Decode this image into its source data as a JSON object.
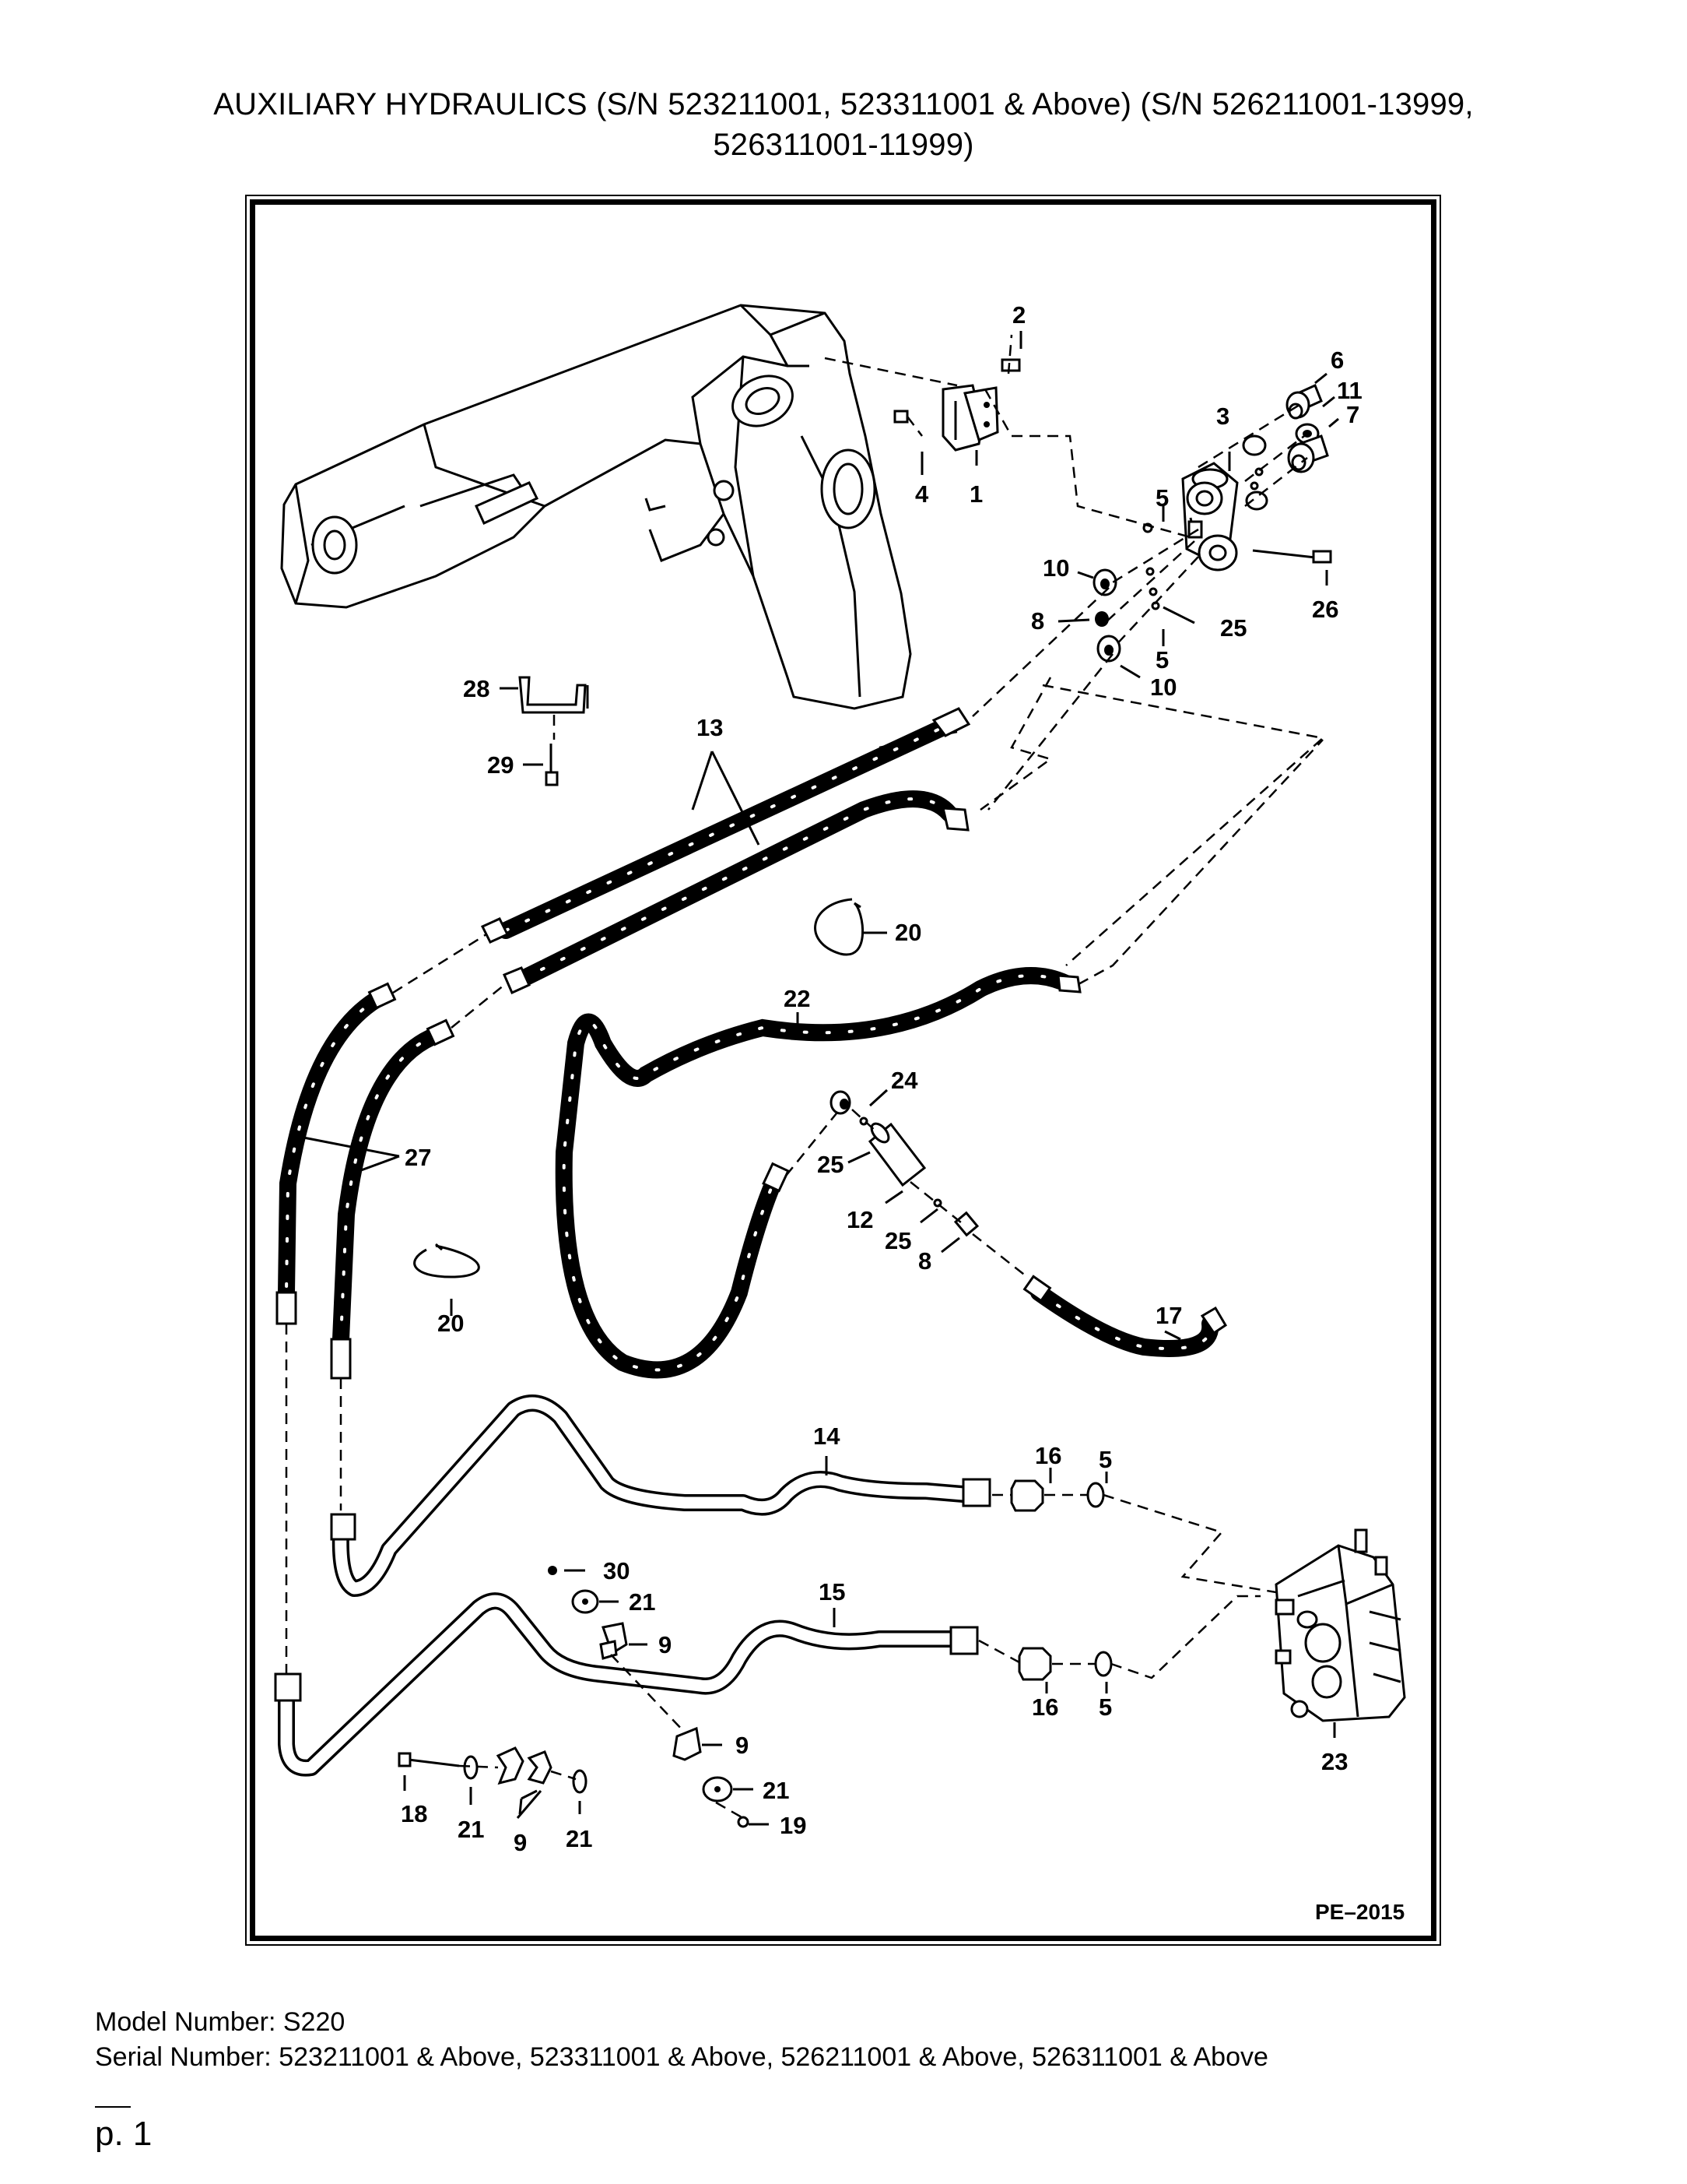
{
  "title": {
    "line1": "AUXILIARY HYDRAULICS (S/N 523211001, 523311001 & Above) (S/N 526211001-13999,",
    "line2": "526311001-11999)"
  },
  "diagram": {
    "drawing_id": "PE–2015",
    "callouts": {
      "c1": "1",
      "c2": "2",
      "c3": "3",
      "c4": "4",
      "c5a": "5",
      "c5b": "5",
      "c5c": "5",
      "c5d": "5",
      "c6": "6",
      "c7": "7",
      "c8a": "8",
      "c8b": "8",
      "c9a": "9",
      "c9b": "9",
      "c9c": "9",
      "c10a": "10",
      "c10b": "10",
      "c11": "11",
      "c12": "12",
      "c13": "13",
      "c14": "14",
      "c15": "15",
      "c16a": "16",
      "c16b": "16",
      "c17": "17",
      "c18": "18",
      "c19": "19",
      "c20a": "20",
      "c20b": "20",
      "c21a": "21",
      "c21b": "21",
      "c21c": "21",
      "c21d": "21",
      "c22": "22",
      "c23": "23",
      "c24": "24",
      "c25a": "25",
      "c25b": "25",
      "c25c": "25",
      "c26": "26",
      "c27": "27",
      "c28": "28",
      "c29": "29",
      "c30": "30"
    }
  },
  "footer": {
    "model_label": "Model Number: S220",
    "serial_label": "Serial Number: 523211001 & Above, 523311001 & Above, 526211001 & Above, 526311001 & Above",
    "page": "p. 1"
  }
}
